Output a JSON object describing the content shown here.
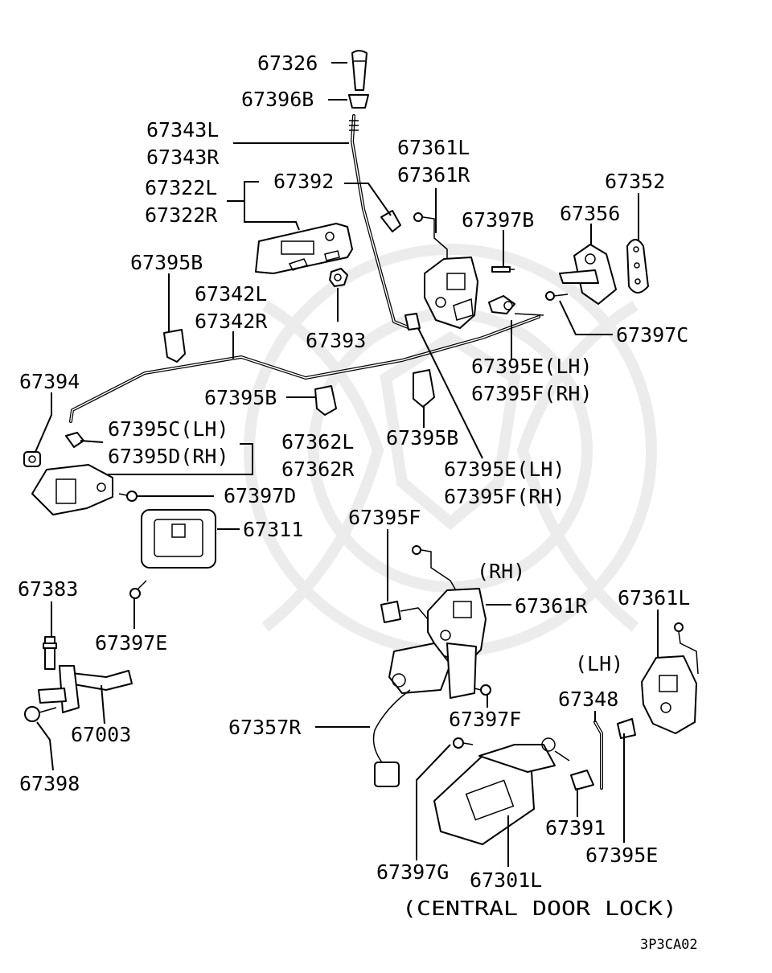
{
  "labels": {
    "p67326": "67326",
    "p67396B": "67396B",
    "p67343L": "67343L",
    "p67343R": "67343R",
    "p67361L_top": "67361L",
    "p67361R_top": "67361R",
    "p67322L": "67322L",
    "p67322R": "67322R",
    "p67392": "67392",
    "p67352": "67352",
    "p67397B": "67397B",
    "p67356": "67356",
    "p67395B_a": "67395B",
    "p67342L": "67342L",
    "p67342R": "67342R",
    "p67393": "67393",
    "p67397C": "67397C",
    "p67395E_lh_a": "67395E(LH)",
    "p67395F_rh_a": "67395F(RH)",
    "p67394": "67394",
    "p67395B_b": "67395B",
    "p67395C_lh": "67395C(LH)",
    "p67395D_rh": "67395D(RH)",
    "p67362L": "67362L",
    "p67362R": "67362R",
    "p67395B_c": "67395B",
    "p67395E_lh_b": "67395E(LH)",
    "p67395F_rh_b": "67395F(RH)",
    "p67397D": "67397D",
    "p67311": "67311",
    "p67395F": "67395F",
    "rh_tag": "(RH)",
    "p67361R_mid": "67361R",
    "p67361L_mid": "67361L",
    "p67383": "67383",
    "lh_tag": "(LH)",
    "p67397E": "67397E",
    "p67348": "67348",
    "p67397F": "67397F",
    "p67003": "67003",
    "p67357R": "67357R",
    "p67398": "67398",
    "p67391": "67391",
    "p67395E": "67395E",
    "p67397G": "67397G",
    "p67301L": "67301L",
    "central_caption": "(CENTRAL DOOR LOCK)",
    "diagram_code": "3P3CA02"
  }
}
